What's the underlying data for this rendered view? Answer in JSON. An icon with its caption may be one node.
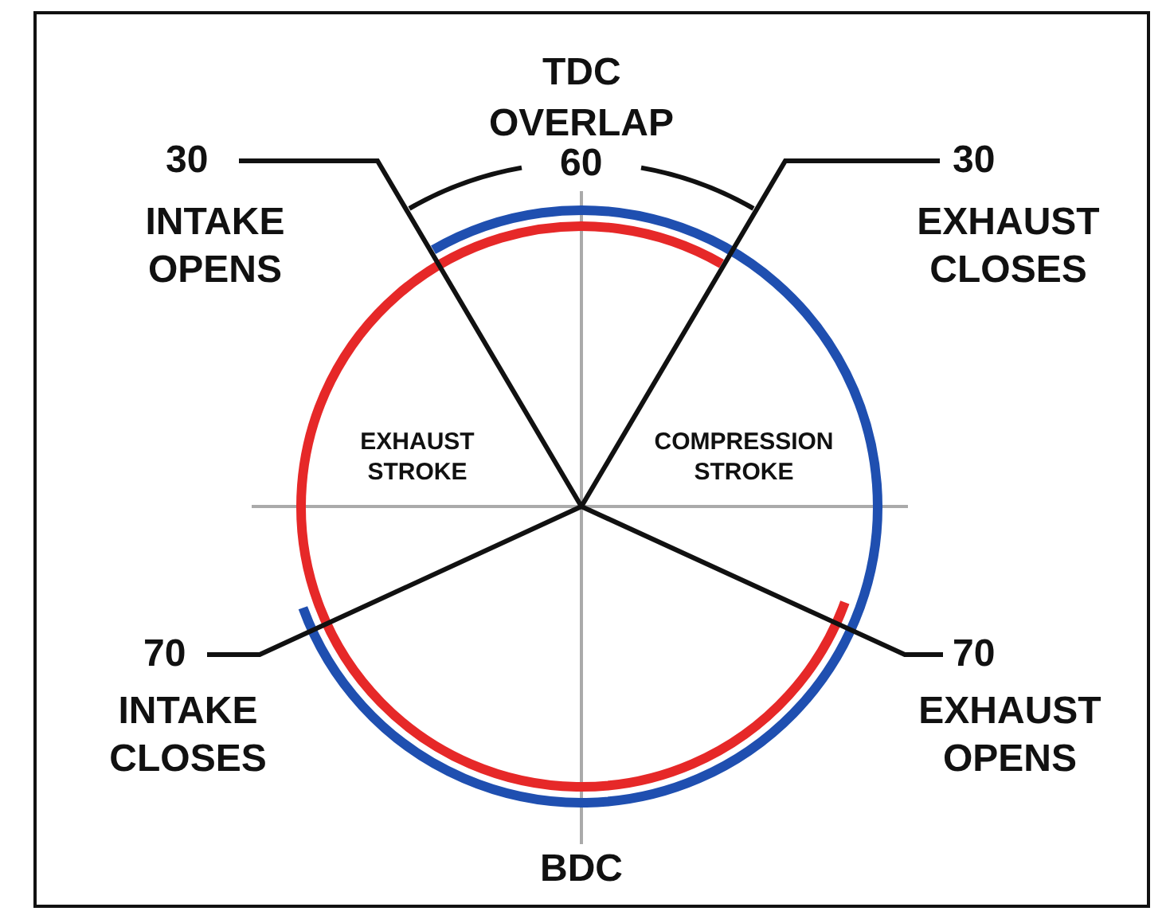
{
  "diagram": {
    "nodes": [
      {
        "text": [
          "30",
          "INTAKE OPENS"
        ]
      },
      {
        "text": [
          "30",
          "EXHAUST CLOSES"
        ]
      },
      {
        "text": [
          "70",
          "INTAKE CLOSES"
        ]
      },
      {
        "text": [
          "70",
          "EXHAUST OPENS"
        ]
      }
    ],
    "edges": [
      {
        "from": 0,
        "to": null,
        "arrow": "none"
      },
      {
        "from": 1,
        "to": null,
        "arrow": "none"
      },
      {
        "from": 2,
        "to": null,
        "arrow": "none"
      },
      {
        "from": 3,
        "to": null,
        "arrow": "none"
      }
    ],
    "labels": [
      "TDC",
      "OVERLAP",
      "60",
      "EXHAUST STROKE",
      "COMPRESSION STROKE",
      "BDC"
    ]
  }
}
